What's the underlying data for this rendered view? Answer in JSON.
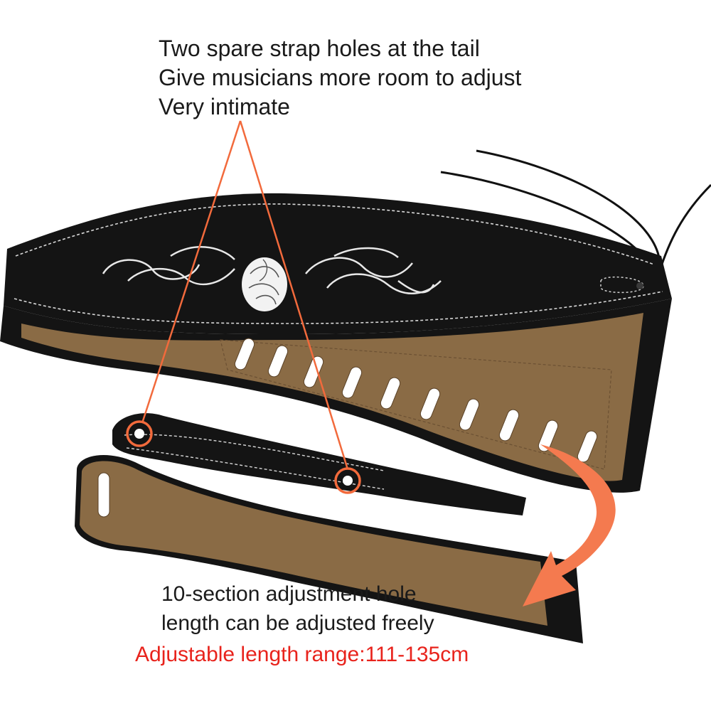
{
  "callout_top": {
    "line1": "Two spare strap holes at the tail",
    "line2": "Give musicians more room to adjust",
    "line3": "Very intimate"
  },
  "callout_bottom": {
    "line1": "10-section adjustment hole",
    "line2": "length can be adjusted freely"
  },
  "range_note": "Adjustable length range:111-135cm",
  "colors": {
    "text": "#1a1a1a",
    "range_text": "#e8231c",
    "callout_line": "#f26a3c",
    "arrow": "#f47a4f",
    "strap_black": "#141414",
    "suede_brown": "#8a6b45"
  },
  "strap": {
    "adjustment_holes": 10,
    "spare_holes": 2
  }
}
